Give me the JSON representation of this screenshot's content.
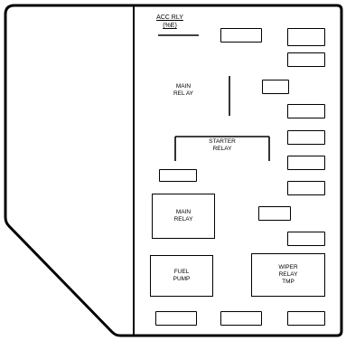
{
  "legend": {
    "lines": [
      "",
      "",
      "",
      "",
      "",
      "",
      "",
      "",
      "",
      "",
      "",
      "",
      "",
      "",
      "",
      "",
      "",
      "",
      "",
      "",
      ""
    ]
  },
  "components": {
    "top_relay": {
      "lines": [
        "ACC RLY",
        "(%E)"
      ]
    },
    "center_relay": {
      "lines": [
        "MAIN",
        "REL AY"
      ]
    },
    "bracket": {
      "lines": [
        "STARTER",
        "RELAY"
      ]
    },
    "relay_left": {
      "lines": [
        "MAIN",
        "RELAY"
      ]
    },
    "relay_bottom_left": {
      "lines": [
        "FUEL",
        "PUMP"
      ]
    },
    "relay_bottom_right": {
      "lines": [
        "WIPER",
        "RELAY",
        "TMP"
      ]
    }
  },
  "slot_numbers": {
    "top_mid": "",
    "r1_left": "",
    "r2_left": "",
    "r3_left": "",
    "r4_left": "",
    "r5_left": "",
    "r7_left": "",
    "r8_left": "",
    "mid_left": "",
    "bottom_a": "",
    "bottom_b": "",
    "bottom_c": ""
  }
}
